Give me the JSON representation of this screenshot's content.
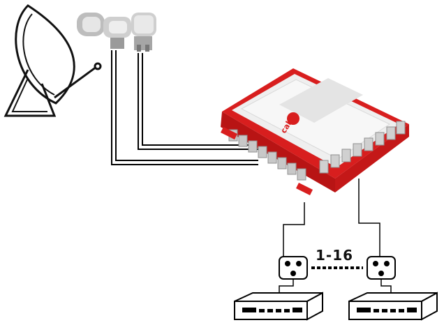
{
  "diagram": {
    "range_label": "1-16",
    "brand_logo_text": "cabi",
    "colors": {
      "housing_red": "#d81e1e",
      "housing_top": "#f2f2f2",
      "cable": "#000000",
      "connector": "#c8c8c8",
      "dish_outline": "#111111"
    },
    "nodes": [
      {
        "id": "satellite-dish",
        "icon": "satellite-dish-icon"
      },
      {
        "id": "lnb-pair",
        "icon": "lnb-icon"
      },
      {
        "id": "multiswitch",
        "icon": "multiswitch-icon"
      },
      {
        "id": "wall-socket-1",
        "icon": "wall-socket-icon"
      },
      {
        "id": "wall-socket-2",
        "icon": "wall-socket-icon"
      },
      {
        "id": "receiver-1",
        "icon": "set-top-box-icon"
      },
      {
        "id": "receiver-2",
        "icon": "set-top-box-icon"
      }
    ]
  }
}
